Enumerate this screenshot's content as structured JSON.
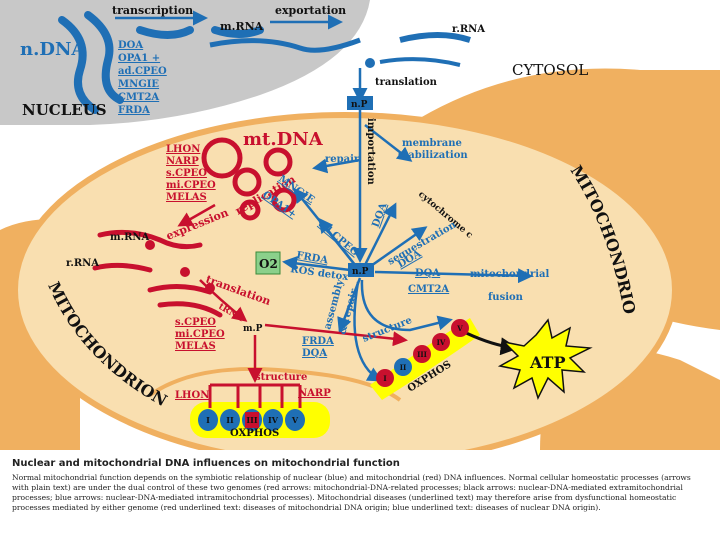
{
  "labels": {
    "transcription": "transcription",
    "mrna_top": "m.RNA",
    "exportation": "exportation",
    "rrna_top": "r.RNA",
    "ndna": "n.DNA",
    "nucleus": "NUCLEUS",
    "cytosol": "CYTOSOL",
    "translation_top": "translation",
    "np_top": "n.P",
    "importation": "importation",
    "mtdna": "mt.DNA",
    "repair": "repair",
    "membrane_stab_1": "membrane",
    "membrane_stab_2": "stabilization",
    "replication": "replication",
    "expression": "expression",
    "mrna_mid": "m.RNA",
    "rrna_mid": "r.RNA",
    "mngie": "MNGIE",
    "opa1": "OPA1+",
    "dqa_mid": "DQA",
    "cytochrome": "cytochrome c",
    "adcpeo": "ad.CPEO",
    "sequestration": "sequestration",
    "doa_seq": "DOA",
    "frda_mid": "FRDA",
    "ros_detox": "ROS detox",
    "o2": "O2",
    "translation_mid": "translation",
    "trna": "tRNA",
    "np_mid": "n.P",
    "dqa_right": "DQA",
    "cmt2a_right": "CMT2A",
    "mitochondrial": "mitochondrial",
    "fusion": "fusion",
    "assembly": "assembly",
    "repair2": "& repair",
    "structure_right": "structure",
    "frda_low": "FRDA",
    "dqa_low": "DQA",
    "oxphos_right": "OXPHOS",
    "atp": "ATP",
    "mp": "m.P",
    "structure_bottom": "structure",
    "lhon_bottom": "LHON",
    "narp_bottom": "NARP",
    "oxphos_bottom": "OXPHOS",
    "mitochondrion_left": "MITOCHONDRION",
    "mitochondrion_right": "MITOCHONDRION"
  },
  "nuclear_diseases": [
    "DOA",
    "OPA1 +",
    "ad.CPEO",
    "MNGIE",
    "CMT2A",
    "FRDA"
  ],
  "mito_diseases_top": [
    "LHON",
    "NARP",
    "s.CPEO",
    "mi.CPEO",
    "MELAS"
  ],
  "mito_diseases_mid": [
    "s.CPEO",
    "mi.CPEO",
    "MELAS"
  ],
  "complexes_bottom": [
    "I",
    "II",
    "III",
    "IV",
    "V"
  ],
  "complexes_right": [
    "I",
    "II",
    "III",
    "IV",
    "V"
  ],
  "caption": {
    "title": "Nuclear and mitochondrial DNA influences on mitochondrial function",
    "body": "Normal mitochondrial function depends on the symbiotic relationship of nuclear (blue) and mitochondrial (red) DNA influences. Normal cellular homeostatic processes (arrows with plain text) are under the dual control of these two genomes (red arrows: mitochondrial-DNA-related processes; black arrows: nuclear-DNA-mediated extramitochondrial processes; blue arrows: nuclear-DNA-mediated intramitochondrial processes). Mitochondrial diseases (underlined text) may therefore arise from dysfunctional homeostatic processes mediated by either genome (red underlined text: diseases of mitochondrial DNA origin; blue underlined text: diseases of nuclear DNA origin)."
  },
  "colors": {
    "nucleus": "#c8c8c8",
    "cytosol_orange": "#f0b060",
    "mito_fill": "#f9dfb0",
    "blue": "#1f6fb5",
    "red": "#c8102e",
    "yellow": "#ffff00"
  }
}
